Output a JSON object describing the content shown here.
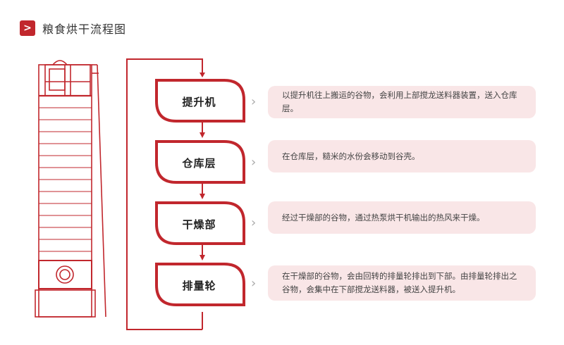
{
  "header": {
    "badge": ">",
    "title": "粮食烘干流程图"
  },
  "colors": {
    "accent": "#c1272d",
    "card_bg": "#f9e6e7"
  },
  "steps": [
    {
      "label": "提升机",
      "description": "以提升机往上搬运的谷物，会利用上部搅龙送料器装置，送入仓库层。"
    },
    {
      "label": "仓库层",
      "description": "在仓库层，糙米的水份会移动到谷壳。"
    },
    {
      "label": "干燥部",
      "description": "经过干燥部的谷物，通过热泵烘干机输出的热风来干燥。"
    },
    {
      "label": "排量轮",
      "description": "在干燥部的谷物，会由回转的排量轮排出到下部。由排量轮排出之谷物，会集中在下部搅龙送料器，被送入提升机。"
    }
  ]
}
